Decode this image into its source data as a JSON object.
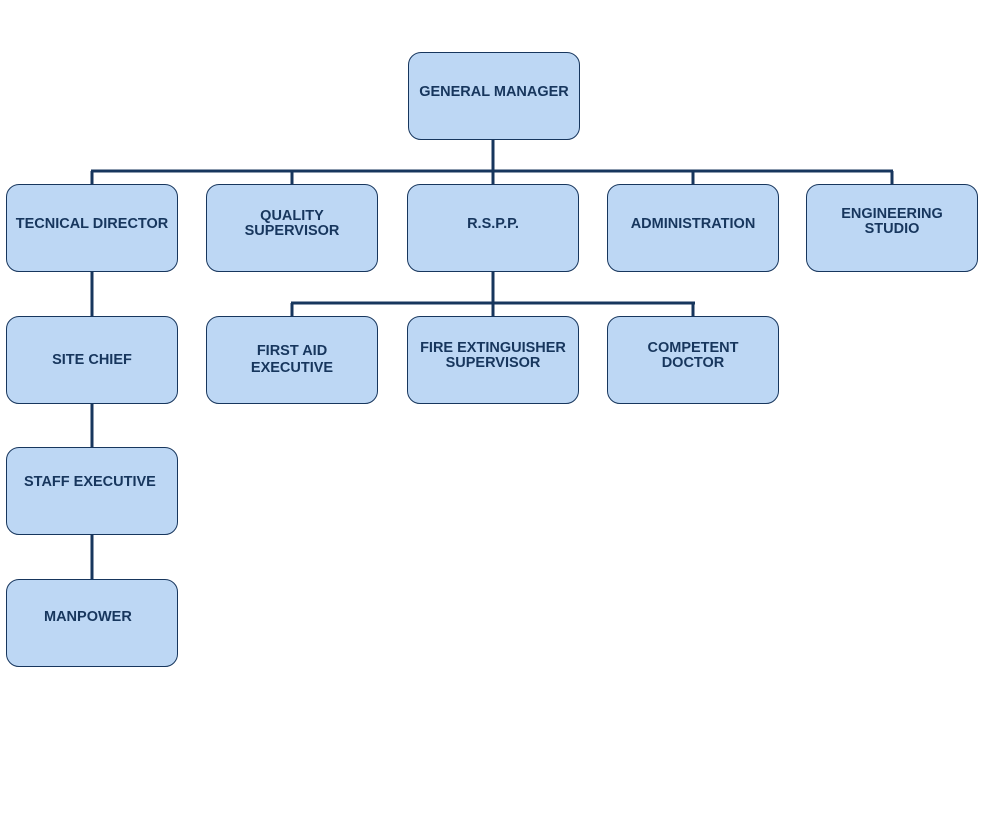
{
  "colors": {
    "box_fill": "#bdd7f4",
    "box_border": "#17365d",
    "text": "#17365d",
    "connector": "#17365d",
    "background": "#ffffff"
  },
  "nodes": {
    "general_manager": "GENERAL MANAGER",
    "technical_director": "TECNICAL DIRECTOR",
    "quality_supervisor": "QUALITY SUPERVISOR",
    "rspp": "R.S.P.P.",
    "administration": "ADMINISTRATION",
    "engineering_studio": "ENGINEERING\nSTUDIO",
    "site_chief": "SITE CHIEF",
    "first_aid_executive": "FIRST AID\nEXECUTIVE",
    "fire_extinguisher_supervisor": "FIRE EXTINGUISHER\nSUPERVISOR",
    "competent_doctor": "COMPETENT\nDOCTOR",
    "staff_executive": "STAFF EXECUTIVE",
    "manpower": "MANPOWER"
  }
}
